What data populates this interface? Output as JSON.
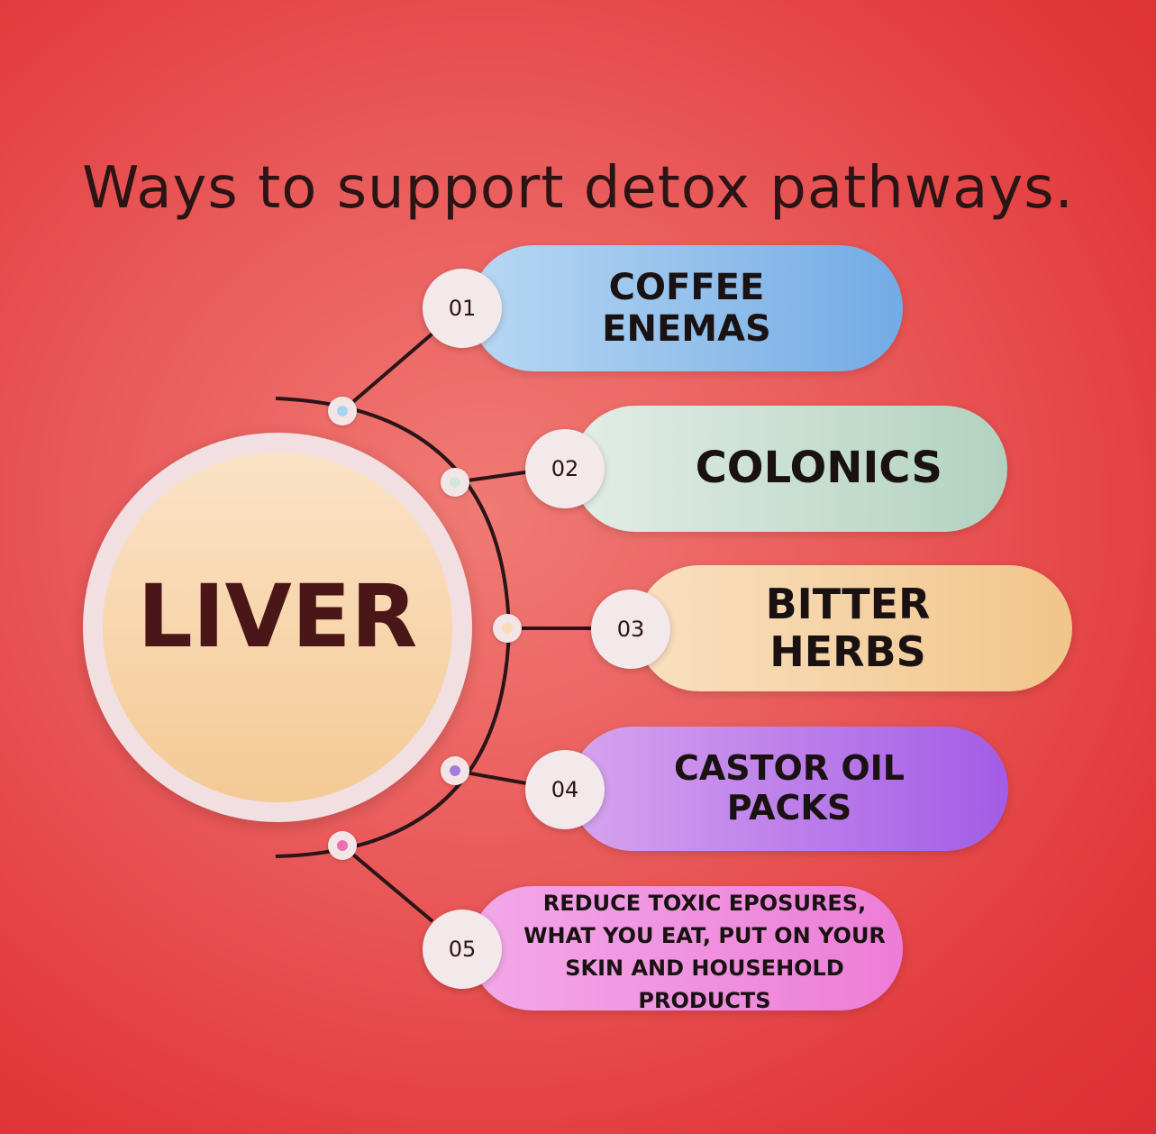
{
  "title": "Ways to support detox pathways.",
  "center": {
    "label": "LIVER"
  },
  "items": [
    {
      "number": "01",
      "label": "COFFEE ENEMAS",
      "color": "#79b0e6"
    },
    {
      "number": "02",
      "label": "COLONICS",
      "color": "#bcd9c8"
    },
    {
      "number": "03",
      "label": "BITTER HERBS",
      "color": "#f3c98f"
    },
    {
      "number": "04",
      "label": "CASTOR OIL PACKS",
      "color": "#a767e6"
    },
    {
      "number": "05",
      "label": "REDUCE TOXIC EPOSURES, WHAT YOU EAT, PUT ON YOUR SKIN AND HOUSEHOLD PRODUCTS",
      "color": "#f183dd"
    }
  ],
  "dot_colors": [
    "#a6d5f3",
    "#cfe7dc",
    "#f8dcb8",
    "#a37ae0",
    "#f06fb2"
  ]
}
